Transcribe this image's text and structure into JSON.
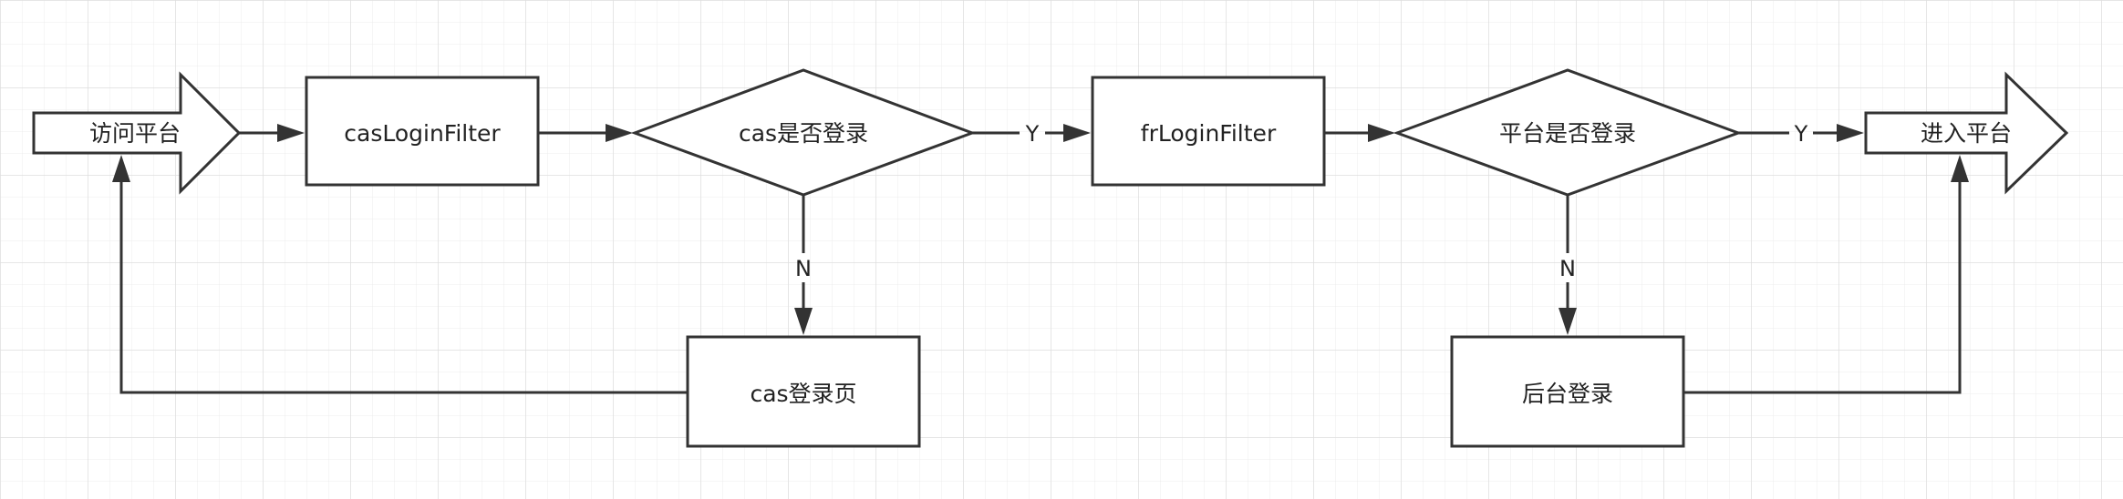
{
  "diagram": {
    "nodes": {
      "visit_platform": "访问平台",
      "cas_login_filter": "casLoginFilter",
      "cas_logged_in": "cas是否登录",
      "fr_login_filter": "frLoginFilter",
      "platform_logged_in": "平台是否登录",
      "enter_platform": "进入平台",
      "cas_login_page": "cas登录页",
      "backend_login": "后台登录"
    },
    "edge_labels": {
      "cas_yes": "Y",
      "cas_no": "N",
      "platform_yes": "Y",
      "platform_no": "N"
    }
  },
  "colors": {
    "stroke": "#333333",
    "grid": "#e6e6e6",
    "background": "#ffffff"
  }
}
